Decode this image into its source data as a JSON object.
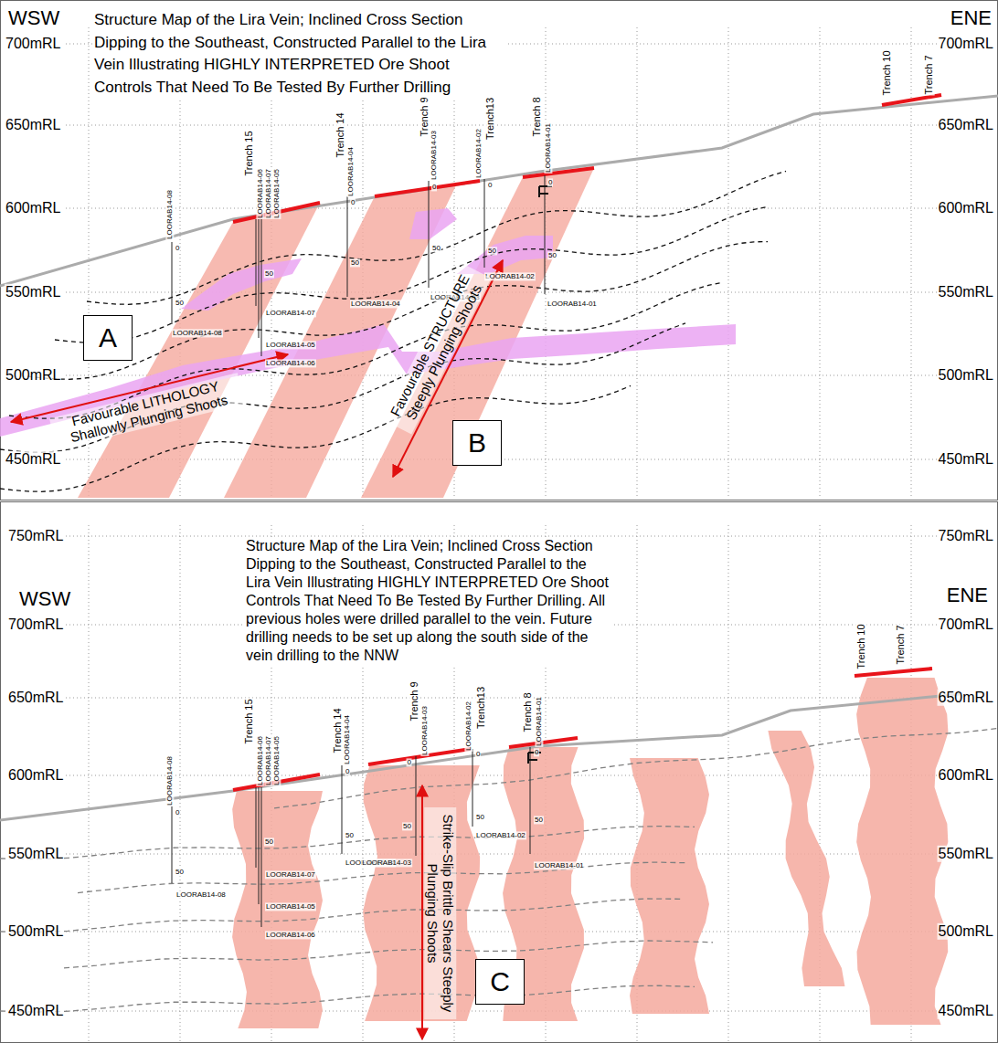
{
  "diagram": {
    "nodes": [
      {
        "text": [
          "A"
        ]
      },
      {
        "text": [
          "B"
        ]
      },
      {
        "text": [
          "C"
        ]
      }
    ],
    "labels": [
      "WSW",
      "ENE",
      "Structure Map of the Lira Vein; Inclined Cross Section Dipping to the Southeast, Constructed Parallel to the Lira Vein Illustrating HIGHLY INTERPRETED Ore Shoot Controls That Need To Be Tested By Further Drilling",
      "700mRL",
      "650mRL",
      "600mRL",
      "550mRL",
      "500mRL",
      "450mRL",
      "700mRL",
      "650mRL",
      "600mRL",
      "550mRL",
      "500mRL",
      "450mRL",
      "Trench 15",
      "Trench 14",
      "Trench 9",
      "Trench13",
      "Trench 8",
      "Trench 10",
      "Trench 7",
      "LOORAB14-08",
      "LOORAB14-06",
      "LOORAB14-07",
      "LOORAB14-05",
      "LOORAB14-04",
      "LOORAB14-03",
      "LOORAB14-02",
      "LOORAB14-01",
      "LOORAB14-08",
      "LOORAB14-07",
      "LOORAB14-05",
      "LOORAB14-06",
      "LOORAB14-04",
      "LOORAB14-03",
      "LOORAB14-02",
      "LOORAB14-01",
      "0",
      "50",
      "50",
      "0",
      "50",
      "0",
      "50",
      "0",
      "50",
      "0",
      "50",
      "Favourable LITHOLOGY Shallowly Plunging Shoots",
      "Favourable STRUCTURE Steeply Plunging Shoots",
      "WSW",
      "ENE",
      "Structure Map of the Lira Vein; Inclined Cross Section Dipping to the Southeast, Constructed Parallel to the Lira Vein Illustrating HIGHLY INTERPRETED Ore Shoot Controls That Need To Be Tested By Further Drilling. All previous holes were drilled parallel to the vein. Future drilling needs to be set up along the south side of the vein drilling to the NNW",
      "750mRL",
      "700mRL",
      "650mRL",
      "600mRL",
      "550mRL",
      "500mRL",
      "450mRL",
      "750mRL",
      "700mRL",
      "650mRL",
      "600mRL",
      "550mRL",
      "500mRL",
      "450mRL",
      "Trench 15",
      "Trench 14",
      "Trench 9",
      "Trench13",
      "Trench 8",
      "Trench 10",
      "Trench 7",
      "LOORAB14-08",
      "LOORAB14-06",
      "LOORAB14-07",
      "LOORAB14-05",
      "LOORAB14-04",
      "LOORAB14-03",
      "LOORAB14-02",
      "LOORAB14-01",
      "LOORAB14-08",
      "LOORAB14-07",
      "LOORAB14-05",
      "LOORAB14-06",
      "LOORAB14-04",
      "LOORAB14-03",
      "LOORAB14-02",
      "LOORAB14-01",
      "0",
      "50",
      "50",
      "0",
      "50",
      "0",
      "50",
      "0",
      "50",
      "0",
      "50",
      "Strike-Slip Brittle Shears Steeply Plunging Shoots"
    ]
  }
}
